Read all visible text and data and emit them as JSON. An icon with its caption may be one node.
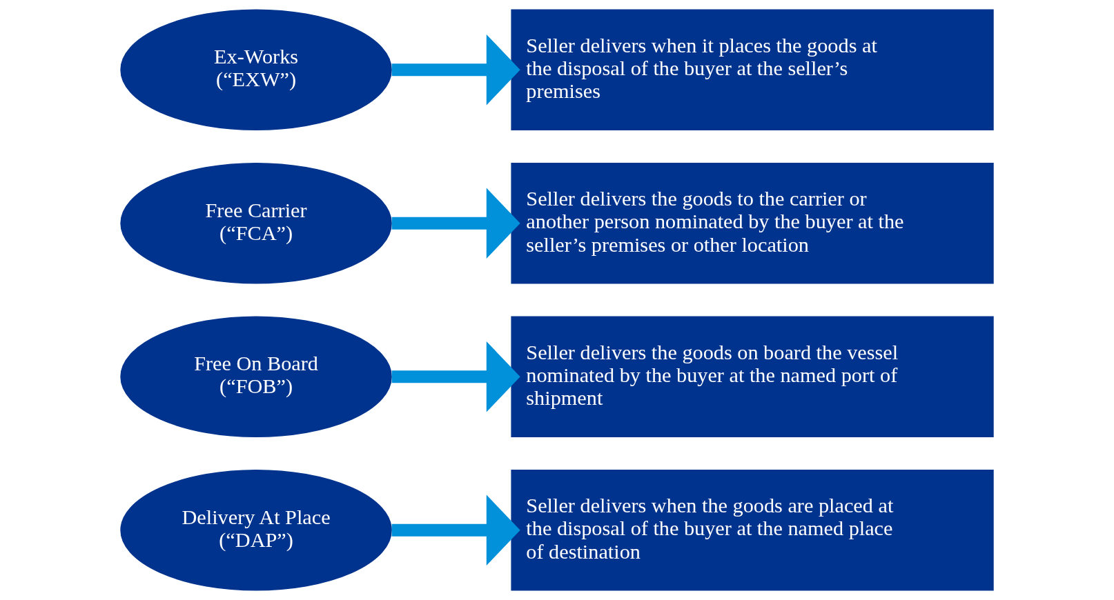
{
  "diagram": {
    "nodes": [
      {
        "text": [
          "Ex-Works",
          "(“EXW”)"
        ]
      },
      {
        "text": [
          "Seller delivers when it places the goods at the disposal of the buyer at the seller’s premises"
        ]
      },
      {
        "text": [
          "Free Carrier",
          "(“FCA”)"
        ]
      },
      {
        "text": [
          "Seller delivers the goods to the carrier or another person nominated by the buyer at the seller’s premises or other location"
        ]
      },
      {
        "text": [
          "Free On Board",
          "(“FOB”)"
        ]
      },
      {
        "text": [
          "Seller delivers the goods on board the vessel nominated by the buyer at the named port of shipment"
        ]
      },
      {
        "text": [
          "Delivery At Place",
          "(“DAP”)"
        ]
      },
      {
        "text": [
          "Seller delivers when the goods are placed at the disposal of the buyer at the named place of destination"
        ]
      }
    ],
    "edges": [
      {
        "from": 0,
        "to": 1,
        "arrow": "to"
      },
      {
        "from": 2,
        "to": 3,
        "arrow": "to"
      },
      {
        "from": 4,
        "to": 5,
        "arrow": "to"
      },
      {
        "from": 6,
        "to": 7,
        "arrow": "to"
      }
    ]
  }
}
